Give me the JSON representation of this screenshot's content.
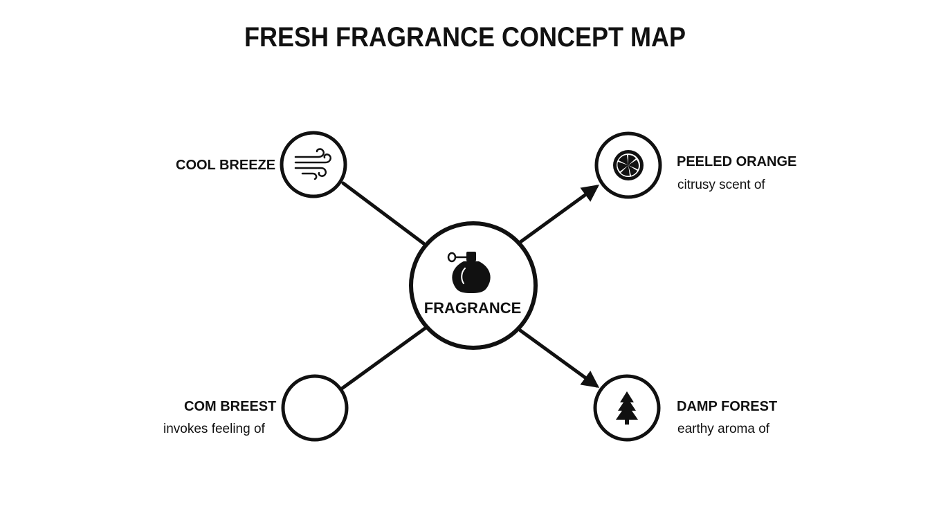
{
  "title": "FRESH FRAGRANCE CONCEPT MAP",
  "center": {
    "label": "FRAGRANCE",
    "icon": "perfume-bottle-icon"
  },
  "nodes": {
    "top_left": {
      "title": "COOL BREEZE",
      "subtitle": "",
      "icon": "wind-icon"
    },
    "top_right": {
      "title": "PEELED ORANGE",
      "subtitle": "citrusy scent of",
      "icon": "orange-slice-icon"
    },
    "bottom_left": {
      "title": "COM BREEST",
      "subtitle": "invokes feeling of",
      "icon": ""
    },
    "bottom_right": {
      "title": "DAMP FOREST",
      "subtitle": "earthy aroma of",
      "icon": "pine-tree-icon"
    }
  },
  "edges": [
    {
      "from": "top_left",
      "to": "center",
      "arrow": false
    },
    {
      "from": "center",
      "to": "top_right",
      "arrow": true
    },
    {
      "from": "center",
      "to": "bottom_left",
      "arrow": false
    },
    {
      "from": "center",
      "to": "bottom_right",
      "arrow": true
    }
  ],
  "colors": {
    "stroke": "#111111",
    "background": "#ffffff"
  }
}
